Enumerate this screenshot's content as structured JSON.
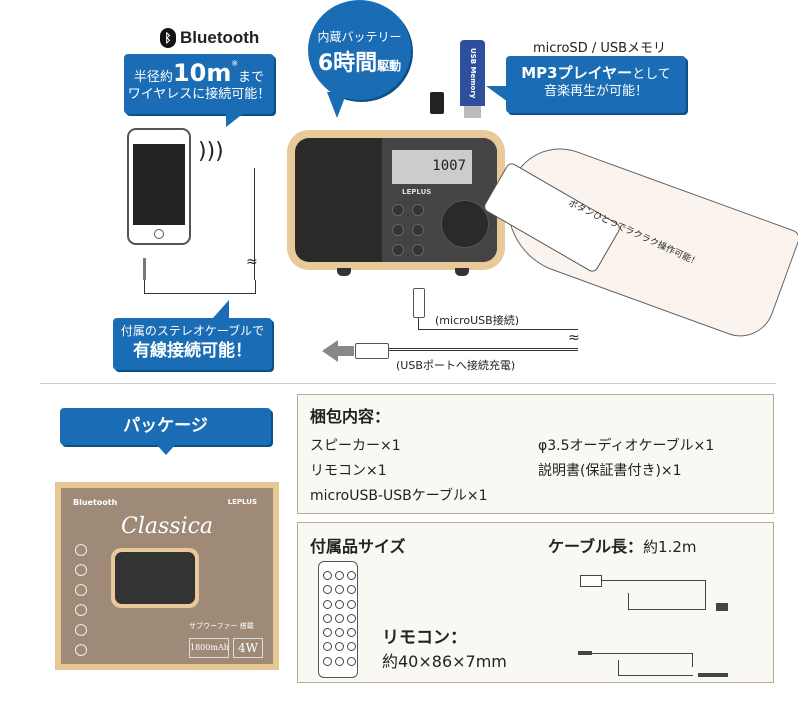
{
  "top": {
    "bluetooth_logo": "Bluetooth",
    "bluetooth_callout": {
      "line1_prefix": "半径約",
      "line1_big": "10m",
      "line1_mark": "※",
      "line1_suffix": "まで",
      "line2": "ワイヤレスに接続可能！"
    },
    "battery_callout": {
      "line1": "内蔵バッテリー",
      "big": "6時間",
      "suffix": "駆動"
    },
    "media_label": "microSD / USBメモリ",
    "media_callout": {
      "big": "MP3プレイヤー",
      "suffix": "として",
      "line2": "音楽再生が可能！"
    },
    "usb_stick_text": "USB Memory",
    "speaker_display": "1007",
    "speaker_brand": "LEPLUS",
    "remote_note": "ボタンひとつでラクラク操作可能！",
    "microusb_label": "(microUSB接続)",
    "usb_label": "(USBポートへ接続充電)",
    "wired_callout": {
      "line1": "付属のステレオケーブルで",
      "line2": "有線接続可能！"
    }
  },
  "package": {
    "label": "パッケージ",
    "box": {
      "bluetooth": "Bluetooth",
      "brand": "LEPLUS",
      "title": "Classica",
      "subtitle": "サブウーファー 搭載",
      "battery": "1800mAh",
      "power": "4W"
    }
  },
  "contents": {
    "title": "梱包内容：",
    "items": [
      "スピーカー×1",
      "φ3.5オーディオケーブル×1",
      "リモコン×1",
      "説明書(保証書付き)×1",
      "microUSB-USBケーブル×1"
    ]
  },
  "sizes": {
    "title": "付属品サイズ",
    "cable_title": "ケーブル長：",
    "cable_length": "約1.2m",
    "remote_title": "リモコン：",
    "remote_size": "約40×86×7mm"
  }
}
